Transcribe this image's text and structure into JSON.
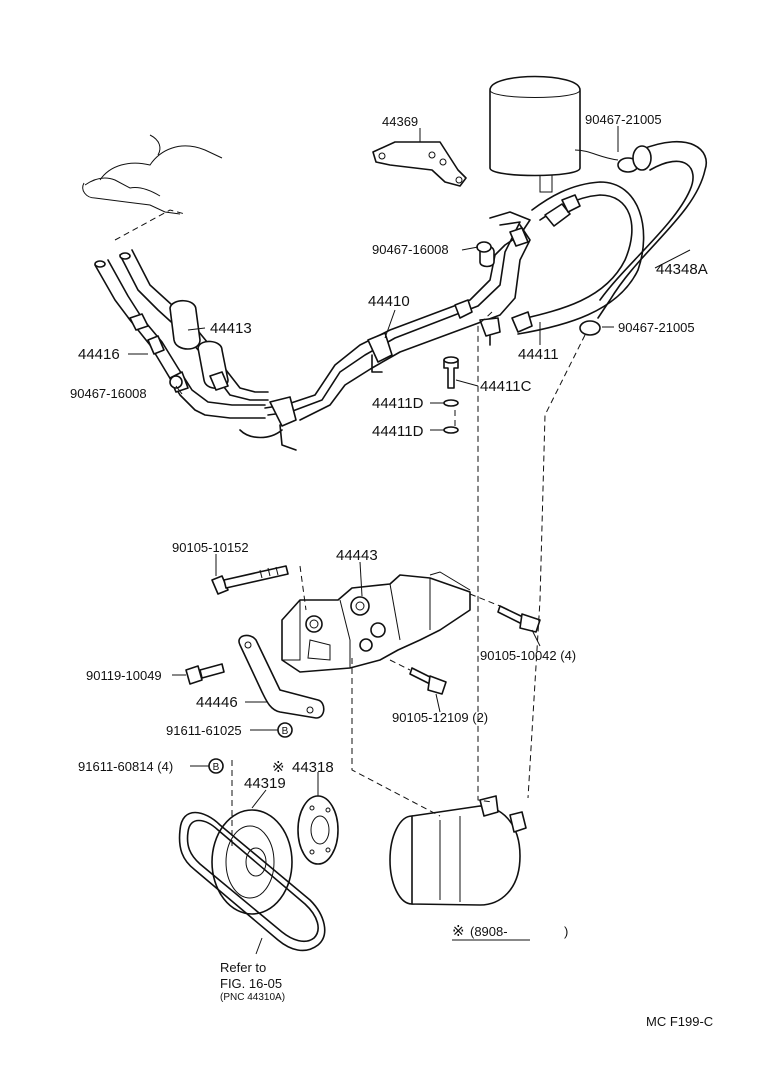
{
  "labels": {
    "p44369": "44369",
    "p90467_21005_top": "90467-21005",
    "p90467_16008_top": "90467-16008",
    "p44348A": "44348A",
    "p44410": "44410",
    "p90467_21005_right": "90467-21005",
    "p44413": "44413",
    "p44416": "44416",
    "p44411": "44411",
    "p90467_16008_left": "90467-16008",
    "p44411C": "44411C",
    "p44411D_a": "44411D",
    "p44411D_b": "44411D",
    "p90105_10152": "90105-10152",
    "p44443": "44443",
    "p90105_10042": "90105-10042 (4)",
    "p90119_10049": "90119-10049",
    "p44446": "44446",
    "p90105_12109": "90105-12109 (2)",
    "p91611_61025": "91611-61025",
    "p91611_60814": "91611-60814 (4)",
    "p44318": "44318",
    "p44319": "44319",
    "refer_line1": "Refer to",
    "refer_line2": "FIG. 16-05",
    "refer_line3": "(PNC 44310A)",
    "range_note": "(8908-",
    "range_close": ")",
    "asterisk": "※",
    "circle_b": "B",
    "footer": "MC  F199-C"
  }
}
